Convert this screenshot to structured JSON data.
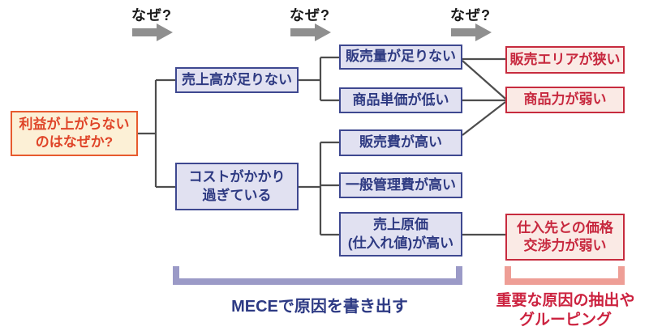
{
  "colors": {
    "root_border": "#E75B2F",
    "root_fill": "#FCF0D6",
    "root_text": "#DF4428",
    "blue_border": "#3E4890",
    "blue_fill": "#E1E1F1",
    "blue_text": "#2E3A82",
    "red_border": "#C72B3E",
    "red_fill": "#FAEAE5",
    "red_text": "#C7283E",
    "line": "#4D4D4D",
    "arrow": "#8F8F8F",
    "mece_bracket": "#9B9AC7",
    "grouping_bracket": "#EE9E96",
    "mece_text": "#2D3A84",
    "grouping_text": "#CC2340",
    "why_text": "#1A1A1A"
  },
  "why_labels": [
    {
      "label": "なぜ?"
    },
    {
      "label": "なぜ?"
    },
    {
      "label": "なぜ?"
    }
  ],
  "icons": [
    {
      "name": "arrow-right-icon"
    },
    {
      "name": "arrow-right-icon"
    },
    {
      "name": "arrow-right-icon"
    }
  ],
  "nodes": {
    "root": {
      "label": "利益が上がらない\nのはなぜか?"
    },
    "level2": [
      {
        "label": "売上高が足りない"
      },
      {
        "label": "コストがかかり\n過ぎている"
      }
    ],
    "level3": [
      {
        "label": "販売量が足りない"
      },
      {
        "label": "商品単価が低い"
      },
      {
        "label": "販売費が高い"
      },
      {
        "label": "一般管理費が高い"
      },
      {
        "label": "売上原価\n(仕入れ値)が高い"
      }
    ],
    "level4": [
      {
        "label": "販売エリアが狭い"
      },
      {
        "label": "商品力が弱い"
      },
      {
        "label": "仕入先との価格\n交渉力が弱い"
      }
    ]
  },
  "captions": {
    "mece": "MECEで原因を書き出す",
    "grouping": "重要な原因の抽出や\nグルーピング"
  }
}
